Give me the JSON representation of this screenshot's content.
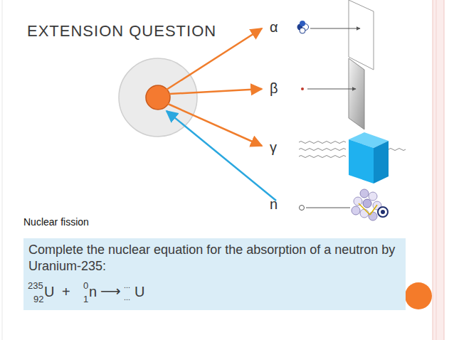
{
  "diagram": {
    "title": "EXTENSION QUESTION",
    "nodes": [
      {
        "text": [
          "Complete the nuclear equation for the absorption of a neutron by Uranium-235:",
          "235",
          "92",
          "U",
          "+",
          "0",
          "1",
          "n",
          "⟶",
          "...",
          "...",
          "U"
        ]
      }
    ],
    "labels": [
      "α",
      "β",
      "γ",
      "n",
      "Nuclear fission"
    ]
  }
}
